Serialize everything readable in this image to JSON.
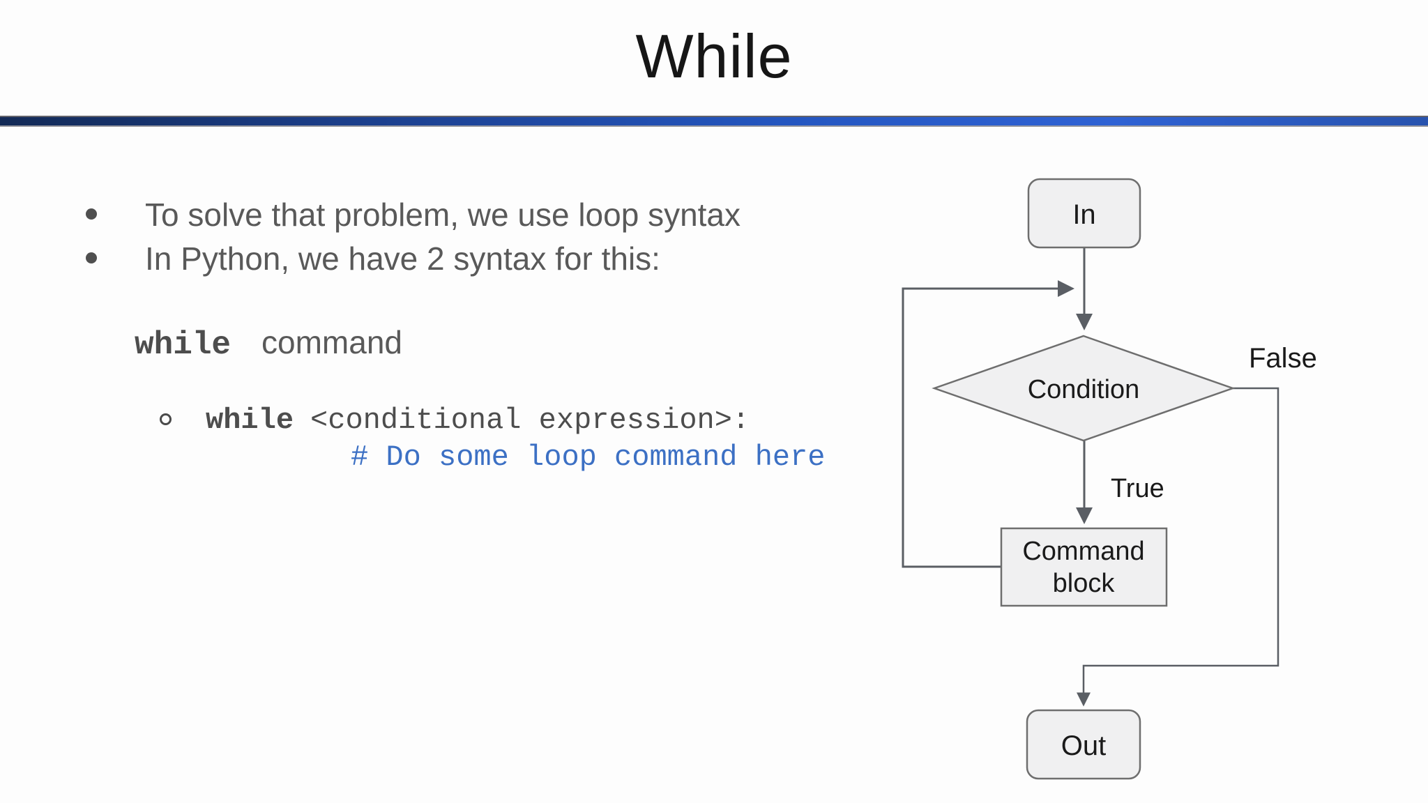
{
  "slide": {
    "title": "While",
    "bullets": [
      "To solve that problem, we use loop syntax",
      "In Python, we have 2 syntax for this:"
    ],
    "syntax_heading": {
      "keyword": "while",
      "rest": "command"
    },
    "sub_bullet": {
      "keyword": "while",
      "code_rest": "<conditional expression>:",
      "comment": "# Do some loop command here"
    }
  },
  "flowchart": {
    "nodes": {
      "in": "In",
      "condition": "Condition",
      "command_block": [
        "Command",
        "block"
      ],
      "out": "Out"
    },
    "labels": {
      "false": "False",
      "true": "True"
    }
  },
  "colors": {
    "accent_bar_left": "#132a56",
    "accent_bar_mid": "#2456c0",
    "accent_bar_right": "#2853ae",
    "title_text": "#161616",
    "body_text": "#595959",
    "code_text": "#4d4d4d",
    "comment_blue": "#3c70c4",
    "shape_fill": "#f0f0f1",
    "shape_border": "#6e6e6e",
    "connector_line": "#5a5e64"
  }
}
